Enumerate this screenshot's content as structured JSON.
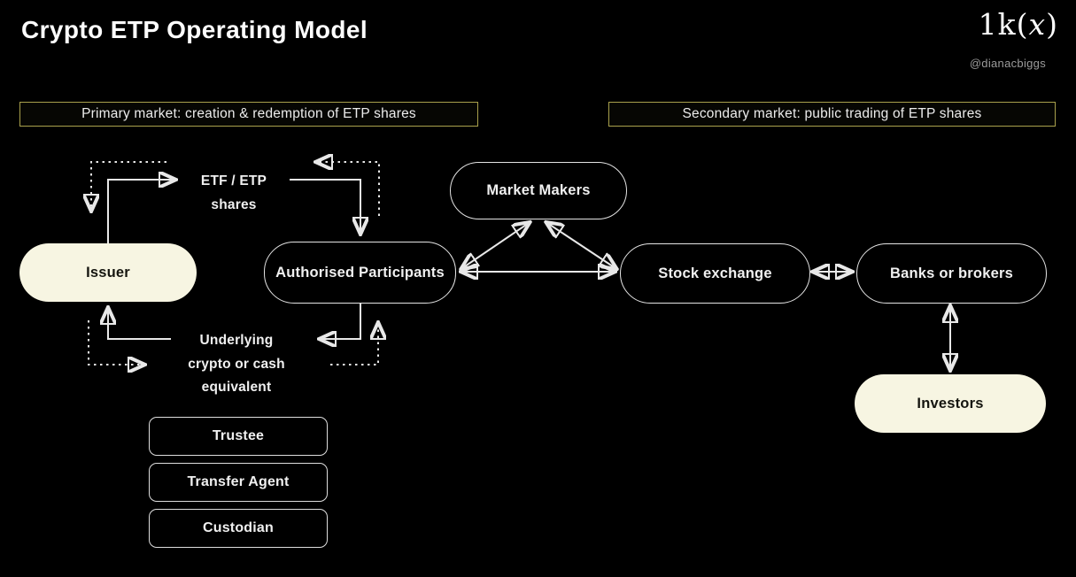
{
  "header": {
    "title": "Crypto ETP Operating Model",
    "logo": {
      "prefix": "1k(",
      "x": "x",
      "suffix": ")"
    },
    "handle": "@dianacbiggs"
  },
  "sections": {
    "primary": {
      "label": "Primary market: creation & redemption of ETP shares"
    },
    "secondary": {
      "label": "Secondary market: public trading of ETP shares"
    }
  },
  "nodes": {
    "issuer": {
      "label": "Issuer"
    },
    "authorised_participants": {
      "label": "Authorised Participants"
    },
    "market_makers": {
      "label": "Market Makers"
    },
    "stock_exchange": {
      "label": "Stock exchange"
    },
    "banks_or_brokers": {
      "label": "Banks or brokers"
    },
    "investors": {
      "label": "Investors"
    },
    "trustee": {
      "label": "Trustee"
    },
    "transfer_agent": {
      "label": "Transfer Agent"
    },
    "custodian": {
      "label": "Custodian"
    }
  },
  "flow_labels": {
    "etf_etp_shares": {
      "line1": "ETF / ETP",
      "line2": "shares"
    },
    "underlying": {
      "line1": "Underlying",
      "line2": "crypto or cash",
      "line3": "equivalent"
    }
  },
  "colors": {
    "background": "#000000",
    "accent_border": "#a9a14c",
    "node_fill_cream": "#f7f5e2",
    "node_outline": "#e4e4e4",
    "text_light": "#f0f0f0",
    "handle_gray": "#9b9b9b"
  }
}
